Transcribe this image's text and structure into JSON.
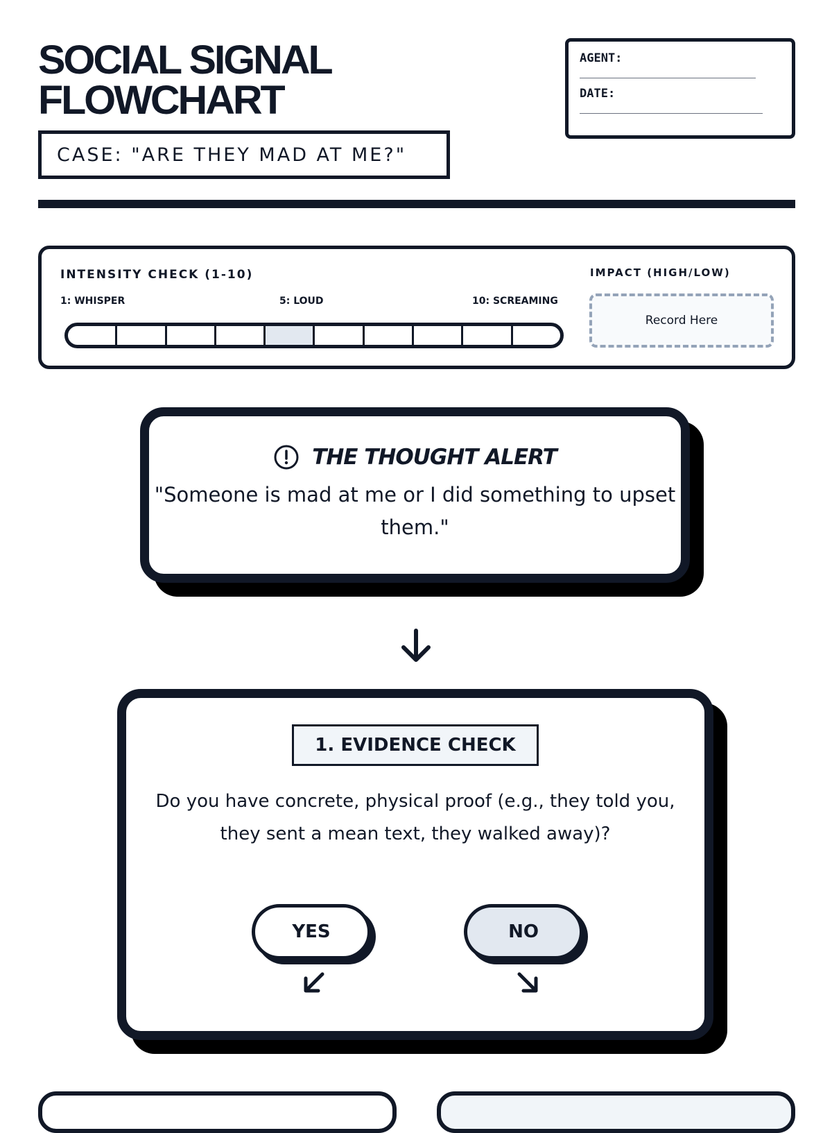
{
  "header": {
    "title_line1": "SOCIAL SIGNAL",
    "title_line2": "FLOWCHART",
    "case_label": "CASE: \"ARE THEY MAD AT ME?\""
  },
  "agent_box": {
    "agent_label": "AGENT:",
    "date_label": "DATE:"
  },
  "intensity": {
    "title": "INTENSITY CHECK (1-10)",
    "low_label": "1: WHISPER",
    "mid_label": "5: LOUD",
    "high_label": "10: SCREAMING",
    "segments": 10,
    "highlighted_segment": 5,
    "impact_title": "IMPACT (HIGH/LOW)",
    "impact_placeholder": "Record Here"
  },
  "thought": {
    "icon": "alert-circle-icon",
    "title": "THE THOUGHT ALERT",
    "text": "\"Someone is mad at me or I did something to upset them.\""
  },
  "evidence": {
    "tag": "1. EVIDENCE CHECK",
    "question": "Do you have concrete, physical proof (e.g., they told you, they sent a mean text, they walked away)?",
    "yes_label": "YES",
    "no_label": "NO"
  },
  "colors": {
    "ink": "#111827",
    "highlight": "#e2e8f0",
    "panel": "#f1f5f9"
  }
}
